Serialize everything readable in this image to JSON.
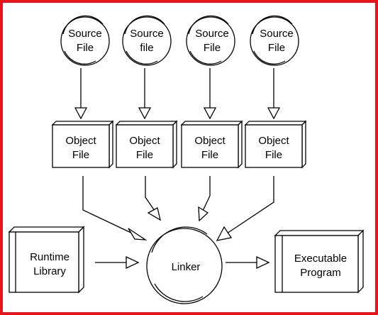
{
  "colors": {
    "border": "#e8141c",
    "ink": "#000000",
    "background": "#ffffff"
  },
  "sources": [
    {
      "line1": "Source",
      "line2": "File"
    },
    {
      "line1": "Source",
      "line2": "file"
    },
    {
      "line1": "Source",
      "line2": "File"
    },
    {
      "line1": "Source",
      "line2": "File"
    }
  ],
  "objects": [
    {
      "line1": "Object",
      "line2": "File"
    },
    {
      "line1": "Object",
      "line2": "File"
    },
    {
      "line1": "Object",
      "line2": "File"
    },
    {
      "line1": "Object",
      "line2": "File"
    }
  ],
  "runtime": {
    "line1": "Runtime",
    "line2": "Library"
  },
  "linker": {
    "label": "Linker"
  },
  "executable": {
    "line1": "Executable",
    "line2": "Program"
  }
}
